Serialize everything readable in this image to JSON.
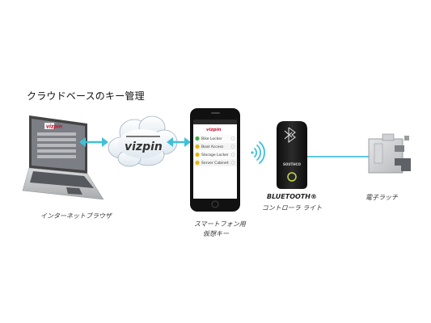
{
  "title": "クラウドベースのキー管理",
  "laptop": {
    "caption": "インターネットブラウザ",
    "screen_logo": "vizpin"
  },
  "cloud": {
    "logo": "vizpin"
  },
  "phone": {
    "caption_line1": "スマートフォン用",
    "caption_line2": "仮想キー",
    "app_logo": "vizpin",
    "items": [
      {
        "label": "Bike Locker",
        "color": "#3fae49"
      },
      {
        "label": "Boat Access",
        "color": "#e6b800"
      },
      {
        "label": "Storage Locker",
        "color": "#e6b800"
      },
      {
        "label": "Server Cabinet",
        "color": "#e6b800"
      }
    ]
  },
  "controller": {
    "title": "BLUETOOTH®",
    "subtitle": "コントローラ ライト",
    "brand": "SOUTHCO"
  },
  "latch": {
    "caption": "電子ラッチ"
  },
  "colors": {
    "arrow": "#3fc0d8",
    "link_line": "#5cc8e0",
    "logo_red": "#c8102e"
  }
}
